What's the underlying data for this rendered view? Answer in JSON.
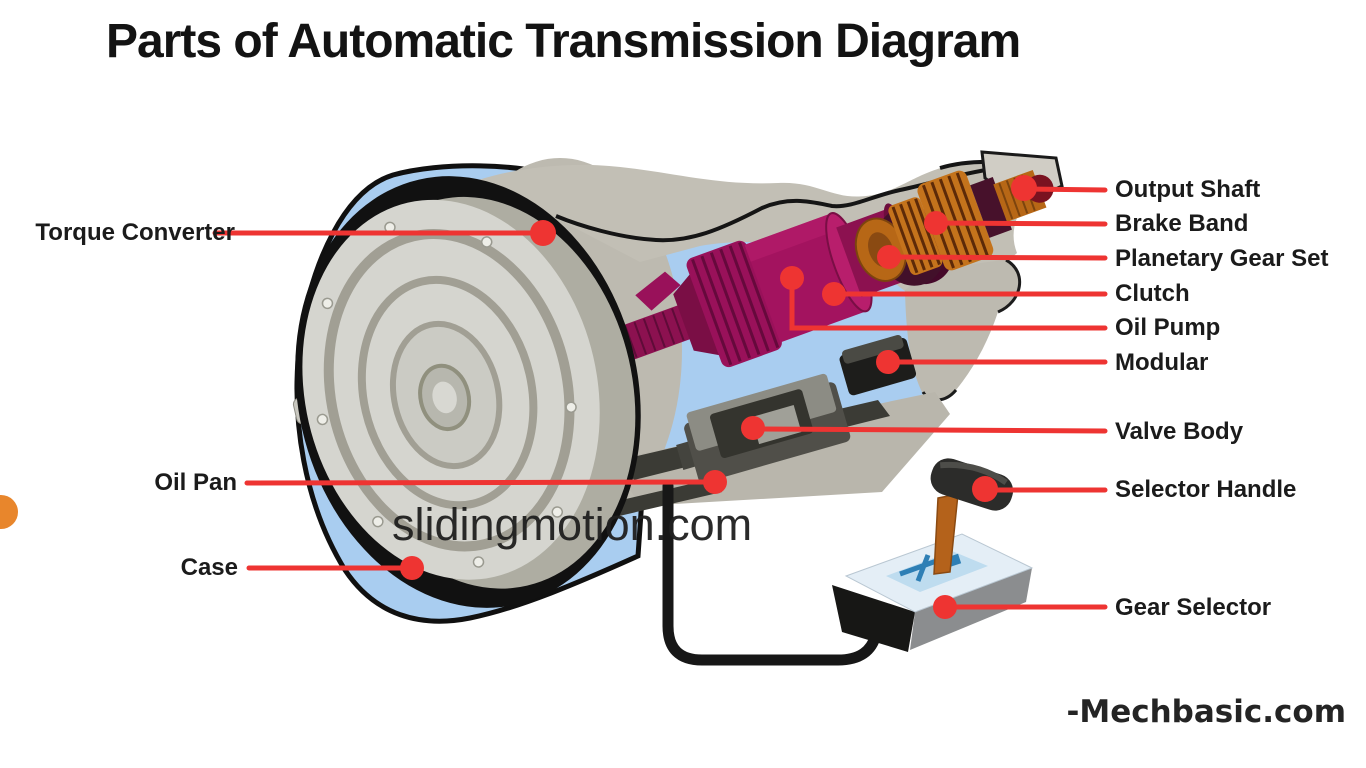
{
  "page": {
    "title": "Parts of Automatic Transmission Diagram"
  },
  "watermark": {
    "text": "slidingmotion.com"
  },
  "brand": {
    "text": "-Mechbasic.com"
  },
  "diagram": {
    "subject": "automatic transmission cutaway illustration",
    "parts": [
      {
        "id": "torque-converter",
        "label": "Torque Converter",
        "side": "left"
      },
      {
        "id": "oil-pan",
        "label": "Oil Pan",
        "side": "left"
      },
      {
        "id": "case",
        "label": "Case",
        "side": "left"
      },
      {
        "id": "output-shaft",
        "label": "Output Shaft",
        "side": "right"
      },
      {
        "id": "brake-band",
        "label": "Brake Band",
        "side": "right"
      },
      {
        "id": "planetary-gear-set",
        "label": "Planetary Gear Set",
        "side": "right"
      },
      {
        "id": "clutch",
        "label": "Clutch",
        "side": "right"
      },
      {
        "id": "oil-pump",
        "label": "Oil Pump",
        "side": "right"
      },
      {
        "id": "modular",
        "label": "Modular",
        "side": "right"
      },
      {
        "id": "valve-body",
        "label": "Valve Body",
        "side": "right"
      },
      {
        "id": "selector-handle",
        "label": "Selector Handle",
        "side": "right"
      },
      {
        "id": "gear-selector",
        "label": "Gear Selector",
        "side": "right"
      }
    ],
    "colors": {
      "leader_red": "#ee3432",
      "housing_blue": "#a9cdf0",
      "case_tan": "#c2bfb5",
      "gear_magenta": "#99115a",
      "gear_orange": "#c4731c",
      "accent_orange_dot": "#e8862c",
      "converter_gray": "#d5d5cf"
    }
  }
}
